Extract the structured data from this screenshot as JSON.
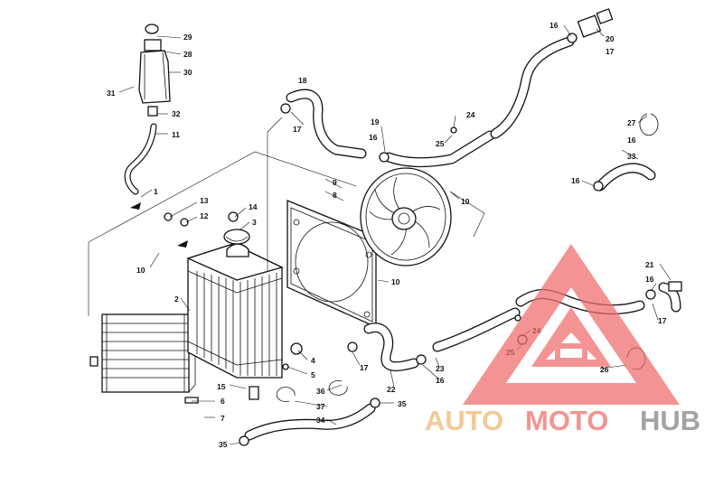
{
  "diagram": {
    "callouts": [
      "1",
      "2",
      "3",
      "4",
      "5",
      "6",
      "7",
      "8",
      "9",
      "10",
      "10",
      "10",
      "10",
      "11",
      "12",
      "13",
      "14",
      "15",
      "16",
      "16",
      "16",
      "16",
      "16",
      "17",
      "17",
      "17",
      "17",
      "18",
      "19",
      "20",
      "21",
      "22",
      "23",
      "24",
      "24",
      "25",
      "25",
      "26",
      "27",
      "28",
      "29",
      "30",
      "31",
      "32",
      "33",
      "34",
      "35",
      "35",
      "36",
      "37"
    ]
  },
  "watermark": {
    "word_auto": "AUTO",
    "word_moto": "MOTO",
    "word_hub": "HUB",
    "colors": {
      "auto": "#f2c48a",
      "moto": "#f08a84",
      "hub": "#9a9a9a",
      "logo": "#f06a6a"
    }
  }
}
